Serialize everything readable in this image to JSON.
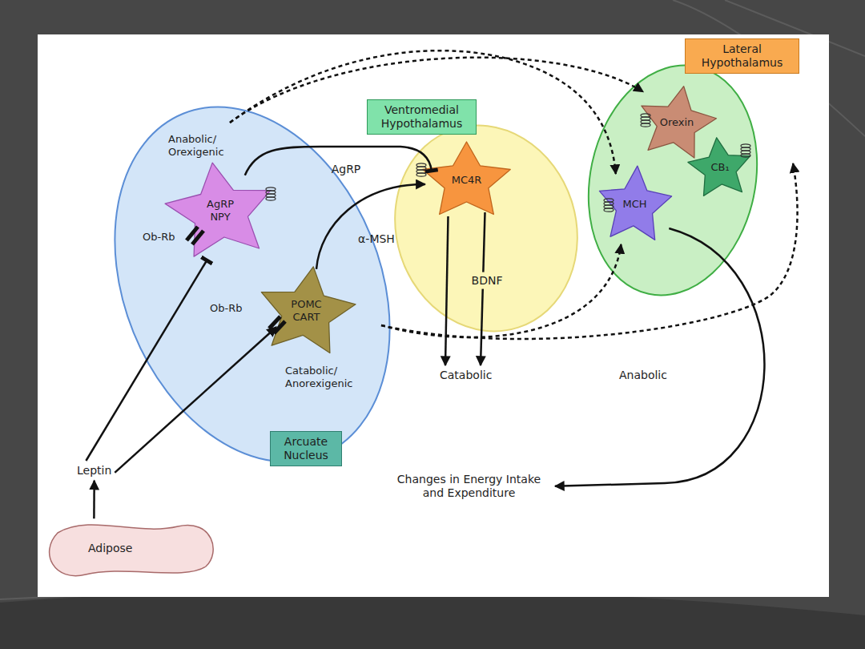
{
  "diagram": {
    "nodes": [
      {
        "text": [
          "Arcuate Nucleus",
          "Anabolic/ Orexigenic",
          "Catabolic/ Anorexigenic"
        ]
      },
      {
        "text": [
          "AgRP NPY"
        ],
        "in": 0
      },
      {
        "text": [
          "POMC CART"
        ],
        "in": 0
      },
      {
        "text": [
          "Ventromedial Hypothalamus"
        ]
      },
      {
        "text": [
          "MC4R"
        ],
        "in": 3
      },
      {
        "text": [
          "Lateral Hypothalamus"
        ]
      },
      {
        "text": [
          "Orexin"
        ],
        "in": 5
      },
      {
        "text": [
          "CB₁"
        ],
        "in": 5
      },
      {
        "text": [
          "MCH"
        ],
        "in": 5
      },
      {
        "text": [
          "Adipose"
        ]
      },
      {
        "text": [
          "Leptin"
        ]
      },
      {
        "text": [
          "Catabolic"
        ]
      },
      {
        "text": [
          "Changes in Energy Intake and Expenditure"
        ]
      }
    ],
    "edges": [
      {
        "from": 9,
        "to": 10,
        "arrow": "to"
      },
      {
        "from": 10,
        "to": 1,
        "arrow": "to"
      },
      {
        "from": 10,
        "to": 2,
        "arrow": "to"
      },
      {
        "from": 1,
        "to": 4,
        "label": "AgRP",
        "arrow": "to"
      },
      {
        "from": 2,
        "to": 4,
        "label": "α-MSH",
        "arrow": "to"
      },
      {
        "from": 4,
        "to": 11,
        "arrow": "to"
      },
      {
        "from": 4,
        "to": 11,
        "label": "BDNF",
        "arrow": "to"
      },
      {
        "from": 8,
        "to": 12,
        "arrow": "to"
      },
      {
        "from": 0,
        "to": 6,
        "arrow": "to"
      },
      {
        "from": 0,
        "to": 8,
        "arrow": "to"
      },
      {
        "from": 0,
        "to": 8,
        "arrow": "to"
      },
      {
        "from": 0,
        "to": 5,
        "arrow": "to"
      }
    ],
    "labels": [
      "Ob-Rb",
      "Ob-Rb",
      "Anabolic"
    ]
  }
}
